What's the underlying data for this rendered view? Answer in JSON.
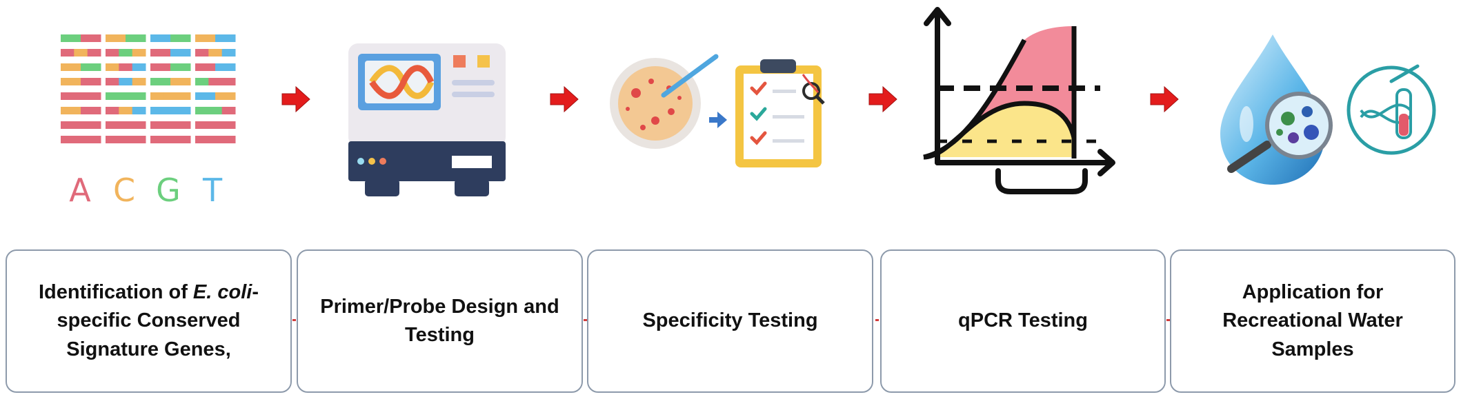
{
  "steps": [
    {
      "id": "signature-genes",
      "label_part1": "Identification of ",
      "label_italic": "E. coli",
      "label_part2": "-specific Conserved Signature Genes,",
      "icon": "dna-sequence-icon",
      "dna_letters": [
        "A",
        "C",
        "G",
        "T"
      ]
    },
    {
      "id": "primer-probe",
      "label": "Primer/Probe Design and Testing",
      "icon": "pcr-machine-icon"
    },
    {
      "id": "specificity",
      "label": "Specificity Testing",
      "icon": "petri-dish-checklist-icon"
    },
    {
      "id": "qpcr",
      "label": "qPCR Testing",
      "icon": "amplification-curve-icon"
    },
    {
      "id": "application",
      "label": "Application for Recreational Water Samples",
      "icon": "water-drop-magnifier-icon"
    }
  ],
  "colors": {
    "arrow": "#e31c1c",
    "box_border": "#8d9aab",
    "dna_a": "#e06a7a",
    "dna_c": "#f1b45c",
    "dna_g": "#6ccf7e",
    "dna_t": "#5cb8e8",
    "curve_pink": "#f28b9a",
    "curve_yellow": "#fbe58a"
  }
}
